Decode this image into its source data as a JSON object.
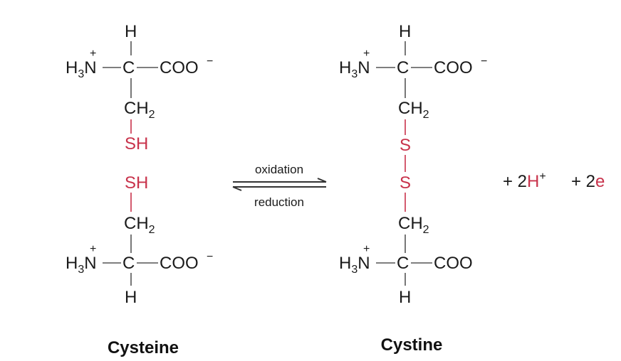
{
  "atoms": {
    "h": "H",
    "c": "C",
    "n": "N",
    "sub3": "3",
    "sub2": "2",
    "ch": "CH",
    "coo": "COO",
    "minus": "−",
    "plus": "+",
    "sh": "SH",
    "s": "S"
  },
  "arrow": {
    "top_label": "oxidation",
    "bottom_label": "reduction"
  },
  "products": {
    "term1": "+ 2",
    "proton_symbol": "H",
    "proton_charge": "+",
    "term2": "+ 2",
    "electron_symbol": "e"
  },
  "captions": {
    "left": "Cysteine",
    "right": "Cystine"
  },
  "colors": {
    "sulfur": "#c8324b",
    "text": "#1a1a1a"
  }
}
